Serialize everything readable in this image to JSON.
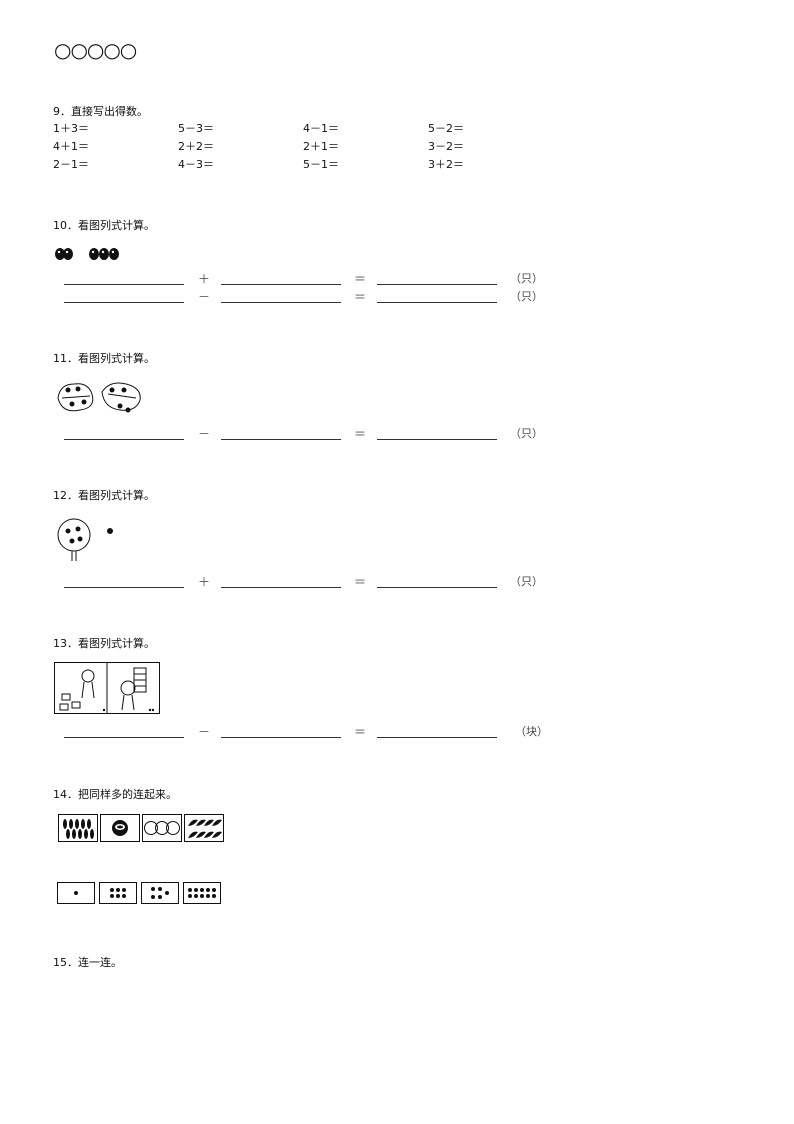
{
  "header": {
    "circles": "○○○○○"
  },
  "q9": {
    "title": "9．直接写出得数。",
    "rows": [
      [
        "1＋3＝",
        "5－3＝",
        "4－1＝",
        "5－2＝"
      ],
      [
        "4＋1＝",
        "2＋2＝",
        "2＋1＝",
        "3－2＝"
      ],
      [
        "2－1＝",
        "4－3＝",
        "5－1＝",
        "3＋2＝"
      ]
    ]
  },
  "q10": {
    "title": "10．看图列式计算。",
    "line1": {
      "op": "＋",
      "eq": "＝",
      "unit": "（只）"
    },
    "line2": {
      "op": "－",
      "eq": "＝",
      "unit": "（只）"
    }
  },
  "q11": {
    "title": "11．看图列式计算。",
    "line1": {
      "op": "－",
      "eq": "＝",
      "unit": "（只）"
    }
  },
  "q12": {
    "title": "12．看图列式计算。",
    "line1": {
      "op": "＋",
      "eq": "＝",
      "unit": "（只）"
    }
  },
  "q13": {
    "title": "13．看图列式计算。",
    "line1": {
      "op": "－",
      "eq": "＝",
      "unit": "（块）"
    }
  },
  "q14": {
    "title": "14．把同样多的连起来。",
    "dot_cards": [
      1,
      6,
      5,
      10
    ]
  },
  "q15": {
    "title": "15．连一连。"
  }
}
